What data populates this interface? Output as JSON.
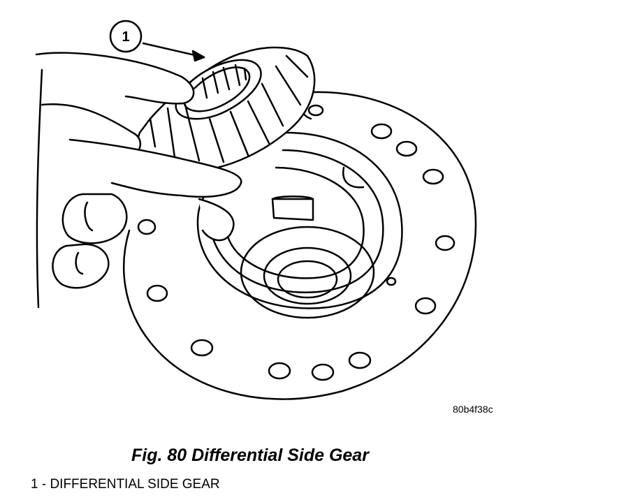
{
  "callout": {
    "number": "1"
  },
  "image_code": "80b4f38c",
  "caption": "Fig. 80 Differential Side Gear",
  "legend": [
    {
      "text": "1 - DIFFERENTIAL SIDE GEAR"
    }
  ]
}
